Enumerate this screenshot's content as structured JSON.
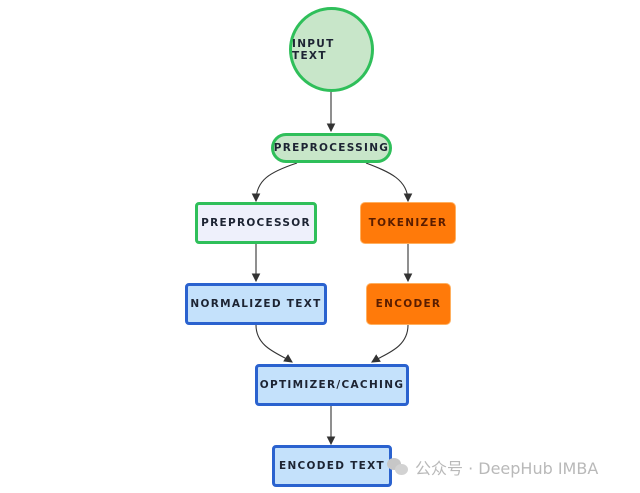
{
  "nodes": {
    "input_text": "INPUT TEXT",
    "preprocessing": "PREPROCESSING",
    "preprocessor": "PREPROCESSOR",
    "tokenizer": "TOKENIZER",
    "normalized_text": "NORMALIZED TEXT",
    "encoder": "ENCODER",
    "optimizer_caching": "OPTIMIZER/CACHING",
    "encoded_text": "ENCODED TEXT"
  },
  "edges": [
    [
      "input_text",
      "preprocessing"
    ],
    [
      "preprocessing",
      "preprocessor"
    ],
    [
      "preprocessing",
      "tokenizer"
    ],
    [
      "preprocessor",
      "normalized_text"
    ],
    [
      "tokenizer",
      "encoder"
    ],
    [
      "normalized_text",
      "optimizer_caching"
    ],
    [
      "encoder",
      "optimizer_caching"
    ],
    [
      "optimizer_caching",
      "encoded_text"
    ]
  ],
  "watermark": "公众号 · DeepHub IMBA",
  "colors": {
    "green": "#2fbf5a",
    "orange": "#ff7a0a",
    "blue": "#2a62cf"
  }
}
